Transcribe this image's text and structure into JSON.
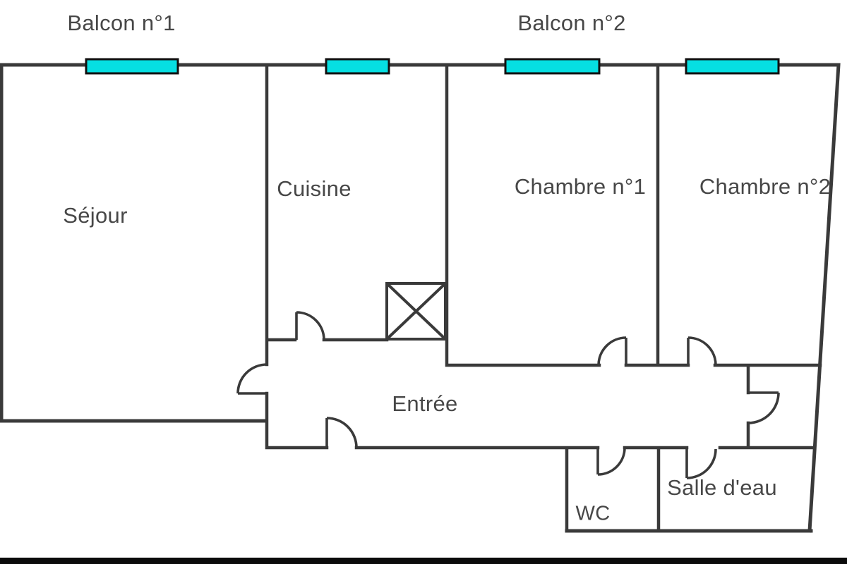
{
  "floorplan": {
    "type": "apartment-floor-plan",
    "labels": {
      "balcony1": "Balcon n°1",
      "balcony2": "Balcon n°2",
      "living": "Séjour",
      "kitchen": "Cuisine",
      "bedroom1": "Chambre n°1",
      "bedroom2": "Chambre n°2",
      "entry": "Entrée",
      "wc": "WC",
      "shower": "Salle d'eau"
    },
    "colors": {
      "wall": "#3a3a3a",
      "window_fill": "#06dfe2",
      "window_border": "#101010",
      "text": "#474747",
      "background": "#ffffff",
      "bottom_bar": "#0b0b0b"
    }
  }
}
